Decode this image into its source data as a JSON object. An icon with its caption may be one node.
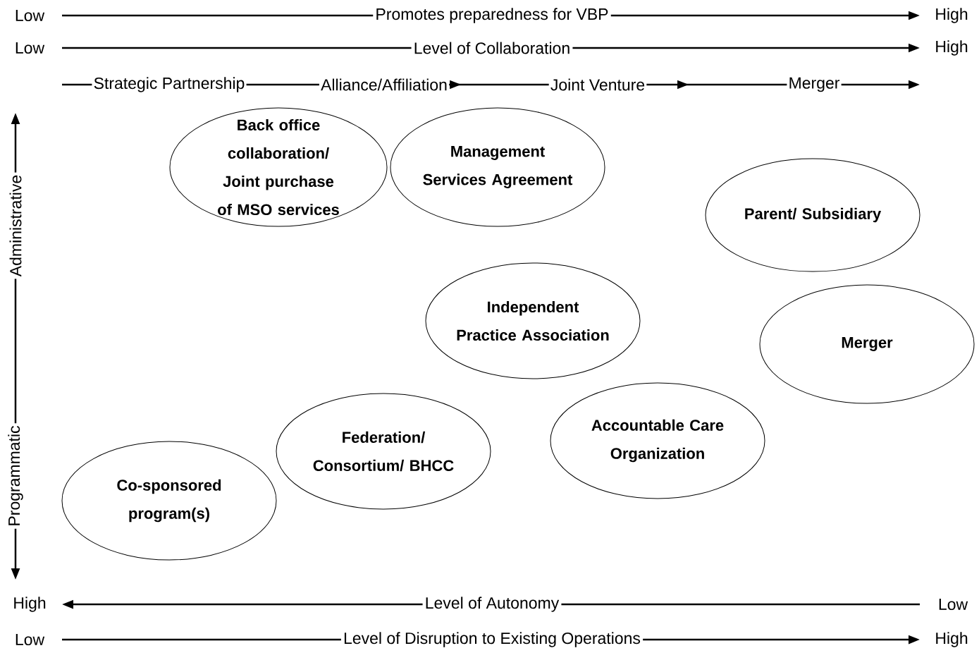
{
  "diagram": {
    "nodes": [
      {
        "text": [
          "Strategic Partnership"
        ]
      },
      {
        "text": [
          "Alliance/Affiliation"
        ]
      },
      {
        "text": [
          "Joint Venture"
        ]
      },
      {
        "text": [
          "Merger"
        ]
      },
      {
        "text": [
          "Back office collaboration/ Joint purchase of MSO services"
        ]
      },
      {
        "text": [
          "Management Services Agreement"
        ]
      },
      {
        "text": [
          "Parent/ Subsidiary"
        ]
      },
      {
        "text": [
          "Independent Practice Association"
        ]
      },
      {
        "text": [
          "Merger"
        ]
      },
      {
        "text": [
          "Federation/ Consortium/ BHCC"
        ]
      },
      {
        "text": [
          "Accountable Care Organization"
        ]
      },
      {
        "text": [
          "Co-sponsored program(s)"
        ]
      }
    ],
    "edges": [
      {
        "from": null,
        "to": 0,
        "arrow": "none"
      },
      {
        "from": 0,
        "to": 1,
        "arrow": "none"
      },
      {
        "from": 1,
        "to": 2,
        "arrow": "to"
      },
      {
        "from": 2,
        "to": 3,
        "arrow": "to"
      },
      {
        "from": 3,
        "to": null,
        "arrow": "to"
      }
    ],
    "labels": [
      "Low",
      "Promotes preparedness for VBP",
      "High",
      "Low",
      "Level of Collaboration",
      "High",
      "Administrative",
      "Programmatic",
      "High",
      "Level of Autonomy",
      "Low",
      "Low",
      "Level of Disruption to Existing Operations",
      "High"
    ]
  }
}
